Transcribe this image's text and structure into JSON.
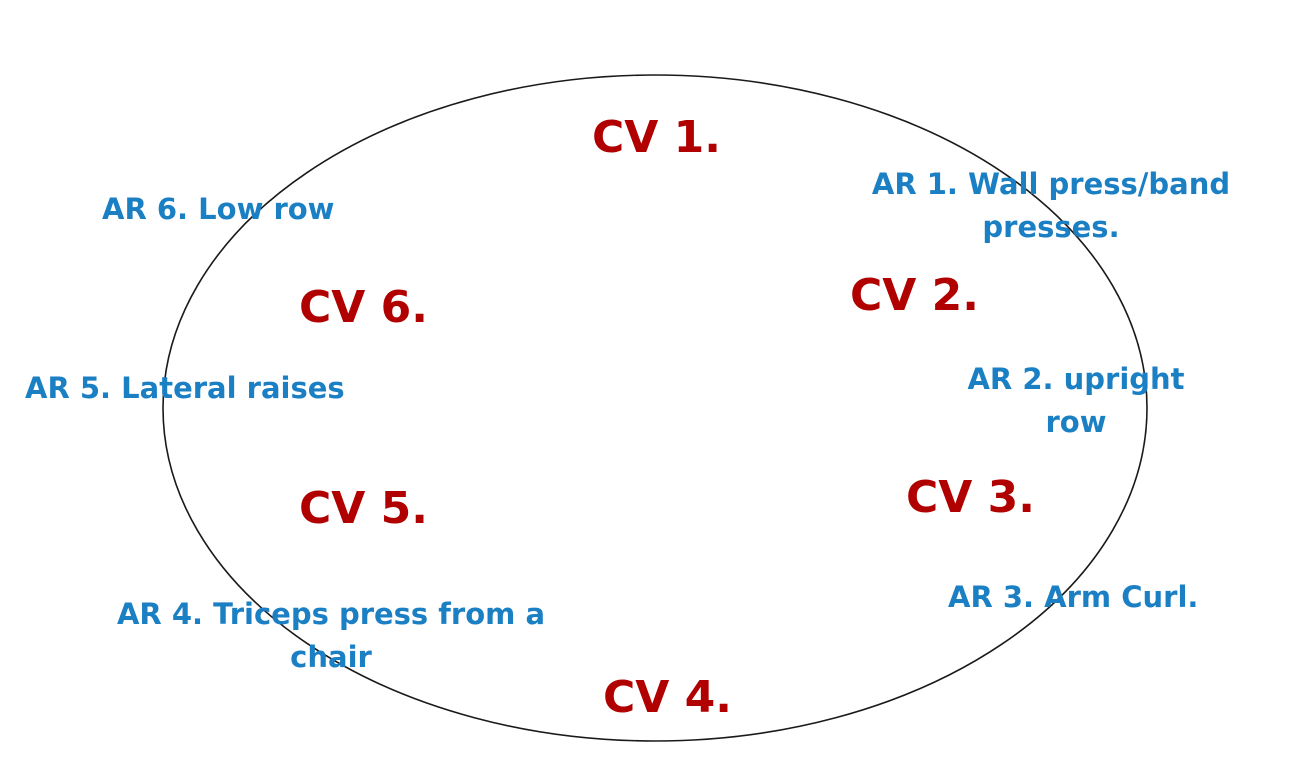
{
  "colors": {
    "cv_station": "#b00000",
    "ar_station": "#1b7fc4",
    "ellipse_stroke": "#1a1a1a",
    "background": "#ffffff"
  },
  "cardio_stations": [
    {
      "id": "cv1",
      "label": "CV 1."
    },
    {
      "id": "cv2",
      "label": "CV 2."
    },
    {
      "id": "cv3",
      "label": "CV 3."
    },
    {
      "id": "cv4",
      "label": "CV 4."
    },
    {
      "id": "cv5",
      "label": "CV 5."
    },
    {
      "id": "cv6",
      "label": "CV 6."
    }
  ],
  "resistance_stations": [
    {
      "id": "ar1",
      "lines": [
        "AR 1. Wall press/band",
        "presses."
      ]
    },
    {
      "id": "ar2",
      "lines": [
        "AR 2. upright",
        "row"
      ]
    },
    {
      "id": "ar3",
      "lines": [
        "AR 3. Arm Curl."
      ]
    },
    {
      "id": "ar4",
      "lines": [
        "AR 4. Triceps press from a",
        "chair"
      ]
    },
    {
      "id": "ar5",
      "lines": [
        "AR 5. Lateral raises"
      ]
    },
    {
      "id": "ar6",
      "lines": [
        "AR 6. Low row"
      ]
    }
  ]
}
